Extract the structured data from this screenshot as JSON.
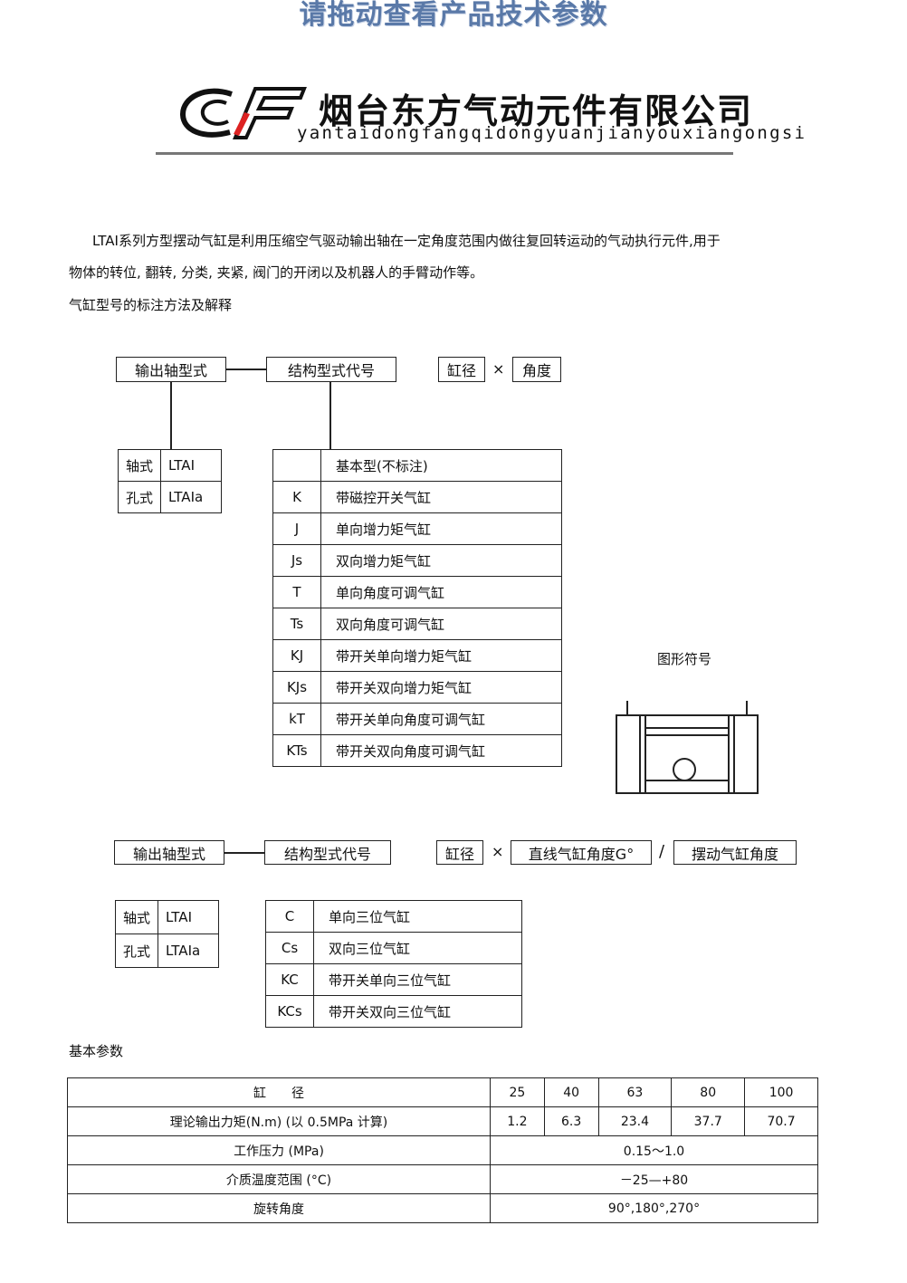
{
  "banner": "请拖动查看产品技术参数",
  "company": {
    "name_cn": "烟台东方气动元件有限公司",
    "name_pinyin": "yantaidongfangqidongyuanjianyouxiangongsi"
  },
  "intro": {
    "line1": "LTAI系列方型摆动气缸是利用压缩空气驱动输出轴在一定角度范围内做往复回转运动的气动执行元件,用于",
    "line2": "物体的转位, 翻转, 分类, 夹紧, 阀门的开闭以及机器人的手臂动作等。",
    "line3": "气缸型号的标注方法及解释"
  },
  "diagram1": {
    "shaft_type": "输出轴型式",
    "struct_code": "结构型式代号",
    "bore": "缸径",
    "times": "×",
    "angle": "角度",
    "shaft_rows": [
      {
        "type": "轴式",
        "model": "LTAI"
      },
      {
        "type": "孔式",
        "model": "LTAIa"
      }
    ],
    "codes": [
      {
        "code": "",
        "desc": "基本型(不标注)"
      },
      {
        "code": "K",
        "desc": "带磁控开关气缸"
      },
      {
        "code": "J",
        "desc": "单向增力矩气缸"
      },
      {
        "code": "Js",
        "desc": "双向增力矩气缸"
      },
      {
        "code": "T",
        "desc": "单向角度可调气缸"
      },
      {
        "code": "Ts",
        "desc": "双向角度可调气缸"
      },
      {
        "code": "KJ",
        "desc": "带开关单向增力矩气缸"
      },
      {
        "code": "KJs",
        "desc": "带开关双向增力矩气缸"
      },
      {
        "code": "kT",
        "desc": "带开关单向角度可调气缸"
      },
      {
        "code": "KTs",
        "desc": "带开关双向角度可调气缸"
      }
    ]
  },
  "symbol_label": "图形符号",
  "diagram2": {
    "shaft_type": "输出轴型式",
    "struct_code": "结构型式代号",
    "bore": "缸径",
    "times": "×",
    "linear_angle": "直线气缸角度G°",
    "slash": "/",
    "swing_angle": "摆动气缸角度",
    "shaft_rows": [
      {
        "type": "轴式",
        "model": "LTAI"
      },
      {
        "type": "孔式",
        "model": "LTAIa"
      }
    ],
    "codes": [
      {
        "code": "C",
        "desc": "单向三位气缸"
      },
      {
        "code": "Cs",
        "desc": "双向三位气缸"
      },
      {
        "code": "KC",
        "desc": "带开关单向三位气缸"
      },
      {
        "code": "KCs",
        "desc": "带开关双向三位气缸"
      }
    ]
  },
  "params": {
    "title": "基本参数",
    "bore_label": "缸　　径",
    "bores": [
      "25",
      "40",
      "63",
      "80",
      "100"
    ],
    "torque_label": "理论输出力矩(N.m) (以 0.5MPa 计算)",
    "torques": [
      "1.2",
      "6.3",
      "23.4",
      "37.7",
      "70.7"
    ],
    "pressure_label": "工作压力 (MPa)",
    "pressure": "0.15～1.0",
    "temp_label": "介质温度范围 (°C)",
    "temp": "－25—+80",
    "rotation_label": "旋转角度",
    "rotation": "90°,180°,270°"
  }
}
